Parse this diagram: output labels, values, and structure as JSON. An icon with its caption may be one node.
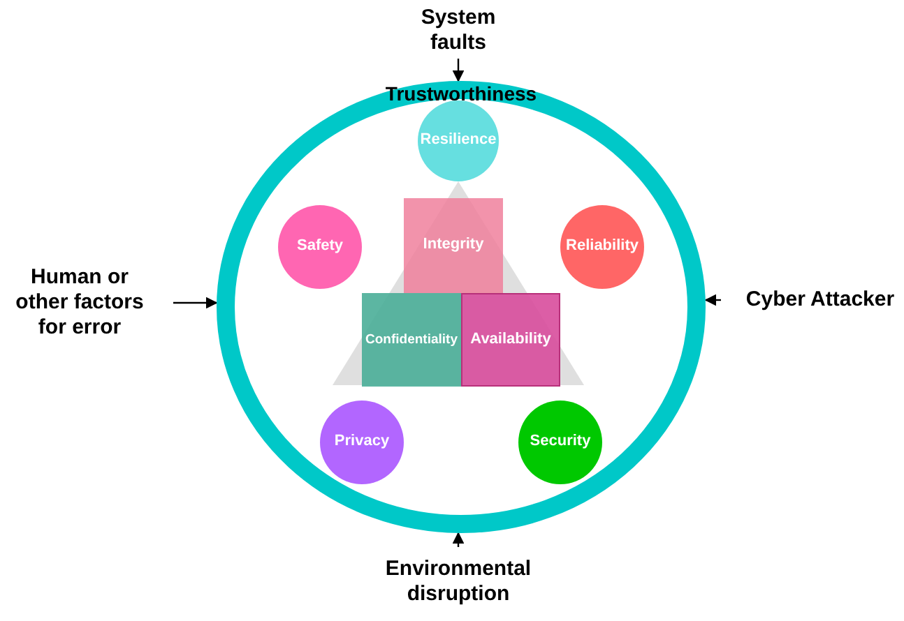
{
  "diagram": {
    "nodes": [
      {
        "text": [
          "Trustworthiness"
        ]
      },
      {
        "text": [
          "Resilience"
        ],
        "in": 0
      },
      {
        "text": [
          "Safety"
        ],
        "in": 0
      },
      {
        "text": [
          "Integrity"
        ],
        "in": 0
      },
      {
        "text": [
          "Reliability"
        ],
        "in": 0
      },
      {
        "text": [
          "Confidentiality"
        ],
        "in": 0
      },
      {
        "text": [
          "Availability"
        ],
        "in": 0
      },
      {
        "text": [
          "Privacy"
        ],
        "in": 0
      },
      {
        "text": [
          "Security"
        ],
        "in": 0
      },
      {
        "text": [
          "System faults"
        ]
      },
      {
        "text": [
          "Human or other factors for error"
        ]
      },
      {
        "text": [
          "Cyber Attacker"
        ]
      },
      {
        "text": [
          "Environmental disruption"
        ]
      }
    ],
    "edges": [
      {
        "from": 9,
        "to": 0,
        "arrow": "to"
      },
      {
        "from": 10,
        "to": 0,
        "arrow": "to"
      },
      {
        "from": 11,
        "to": 0,
        "arrow": "to"
      },
      {
        "from": 12,
        "to": 0,
        "arrow": "to"
      }
    ]
  }
}
